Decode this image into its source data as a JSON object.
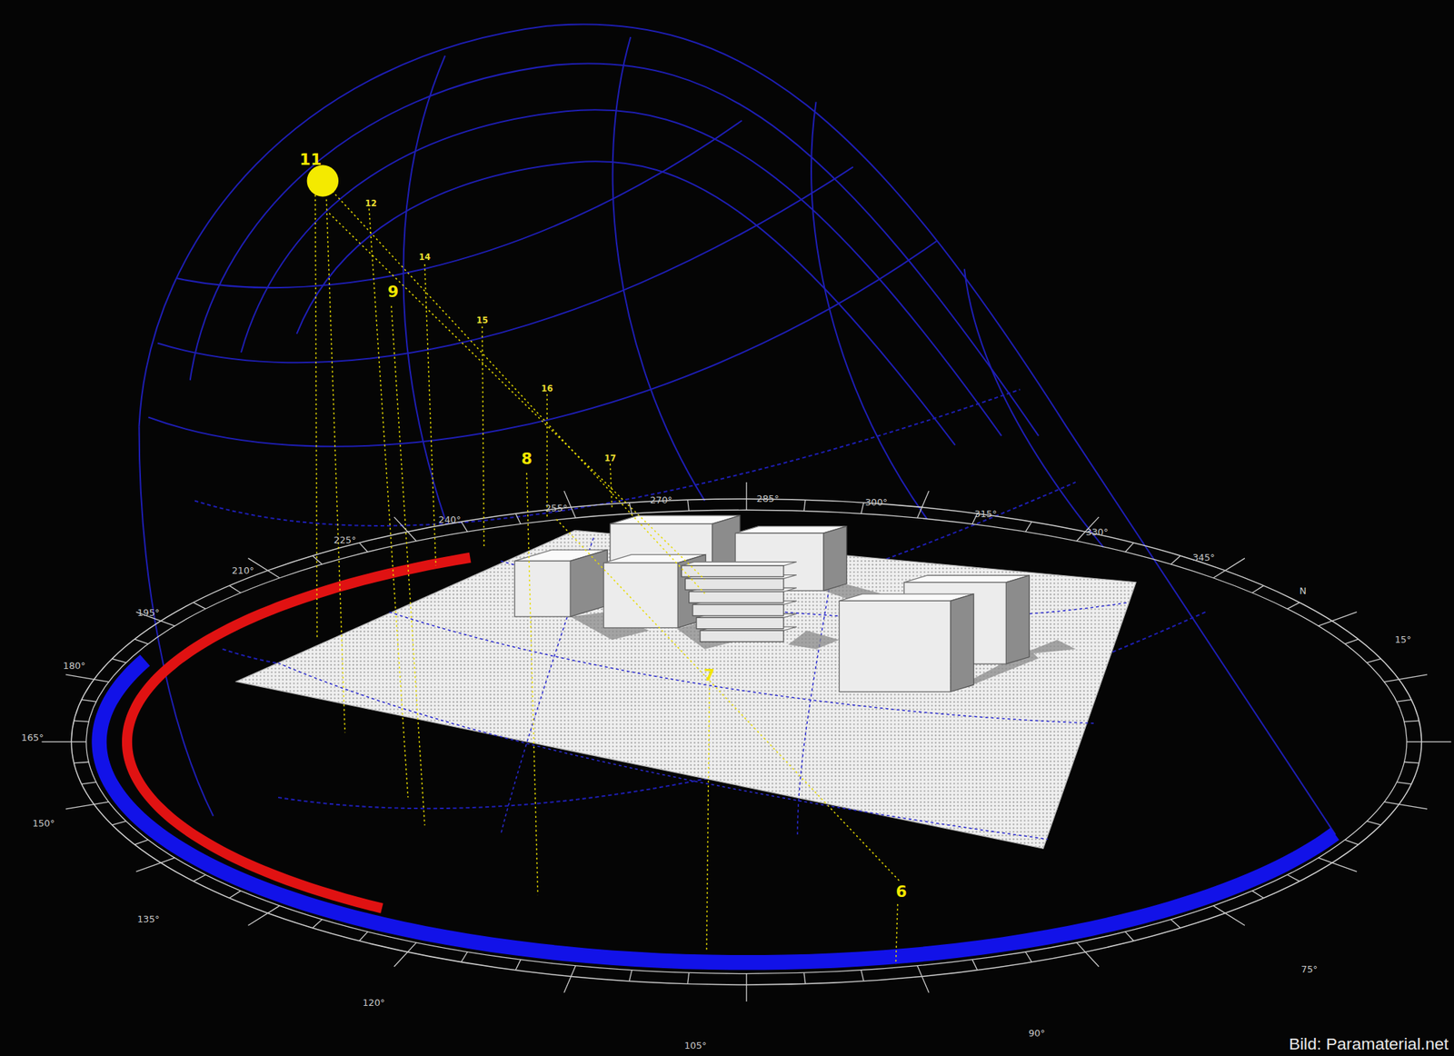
{
  "diagram": {
    "labels": [
      "11",
      "12",
      "14",
      "9",
      "15",
      "16",
      "8",
      "17",
      "7",
      "6",
      "270°",
      "285°",
      "300°",
      "315°",
      "330°",
      "345°",
      "N",
      "15°",
      "75°",
      "90°",
      "105°",
      "120°",
      "135°",
      "150°",
      "165°",
      "180°",
      "195°",
      "210°",
      "225°",
      "240°",
      "255°",
      "Bild: Paramaterial.net"
    ]
  }
}
